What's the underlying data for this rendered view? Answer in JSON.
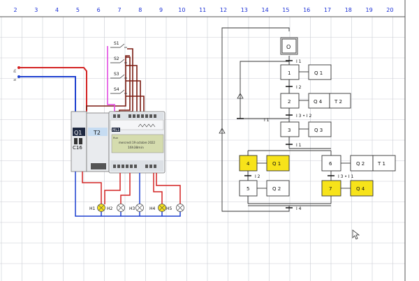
{
  "ruler": {
    "columns": [
      "2",
      "3",
      "4",
      "5",
      "6",
      "7",
      "8",
      "9",
      "10",
      "11",
      "12",
      "13",
      "14",
      "15",
      "16",
      "17",
      "18",
      "19",
      "20"
    ]
  },
  "colors": {
    "ruler_text": "#1a2fd6",
    "grid": "#c9ccd3",
    "wire_red": "#d32222",
    "wire_blue": "#1c3fcf",
    "wire_brown": "#7a1a10",
    "wire_magenta": "#e040e0",
    "step_active": "#f7e31a",
    "plc_body": "#eceff2",
    "lcd": "#d5dcae"
  },
  "wiring": {
    "supply_phase": "Ph",
    "supply_neutral": "N",
    "switches": [
      "S1",
      "S2",
      "S3",
      "S4"
    ],
    "breaker_label": "Q1",
    "breaker_rating": "C16",
    "relay_label": "T2",
    "plc_label": "ML1",
    "plc_status": "Run",
    "lcd_line1": "mercredi 19 octobre 2022",
    "lcd_line2": "16h38min",
    "lamps": [
      "H1",
      "H2",
      "H3",
      "H4",
      "H5"
    ]
  },
  "grafcet": {
    "initial_step": "O",
    "steps": [
      {
        "id": "1",
        "action": "Q 1",
        "action2": ""
      },
      {
        "id": "2",
        "action": "Q 4",
        "action2": "T 2"
      },
      {
        "id": "3",
        "action": "Q 3",
        "action2": ""
      },
      {
        "id": "4",
        "action": "Q 1",
        "action2": ""
      },
      {
        "id": "5",
        "action": "Q 2",
        "action2": ""
      },
      {
        "id": "6",
        "action": "Q 2",
        "action2": "T 1"
      },
      {
        "id": "7",
        "action": "Q 4",
        "action2": ""
      }
    ],
    "transitions": {
      "t0_1": "I 1",
      "t1_2": "I 2",
      "t2_3": "I 3 • I 2",
      "t2_back": "I 1",
      "t3_split": "I 1",
      "t4_5": "I 2",
      "t6_7": "I 3 • I 1",
      "t_join": "I 4"
    }
  }
}
